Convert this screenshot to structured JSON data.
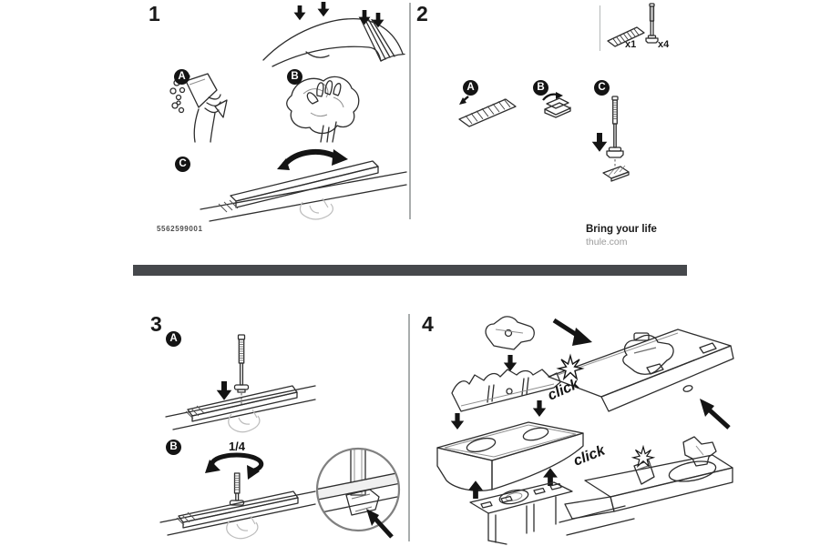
{
  "colors": {
    "divider_bar": "#46484c",
    "line_art": "#2e2e2e",
    "gray_fill": "#c6c6c6",
    "panel_line": "#a9adad"
  },
  "panels": {
    "p1": {
      "number": "1",
      "step_a": "A",
      "step_b": "B",
      "step_c": "C",
      "part_number": "5562599001"
    },
    "p2": {
      "number": "2",
      "step_a": "A",
      "step_b": "B",
      "step_c": "C",
      "qty_strip": "x1",
      "qty_bolt": "x4"
    },
    "p3": {
      "number": "3",
      "step_a": "A",
      "step_b": "B",
      "rotation": "1/4"
    },
    "p4": {
      "number": "4",
      "click1": "click",
      "click2": "click"
    }
  },
  "footer": {
    "tagline": "Bring your life",
    "website": "thule.com"
  },
  "icons": [
    "car-roof",
    "spray-sponge",
    "cloth-wipe",
    "strip-flip",
    "strip-part",
    "bolt-part",
    "strip-insert",
    "clip-install",
    "bolt-insert",
    "bolt-into-rail",
    "quarter-turn",
    "detail-magnifier",
    "foot-assembly-exploded",
    "click-detail-upper",
    "click-detail-lower"
  ]
}
